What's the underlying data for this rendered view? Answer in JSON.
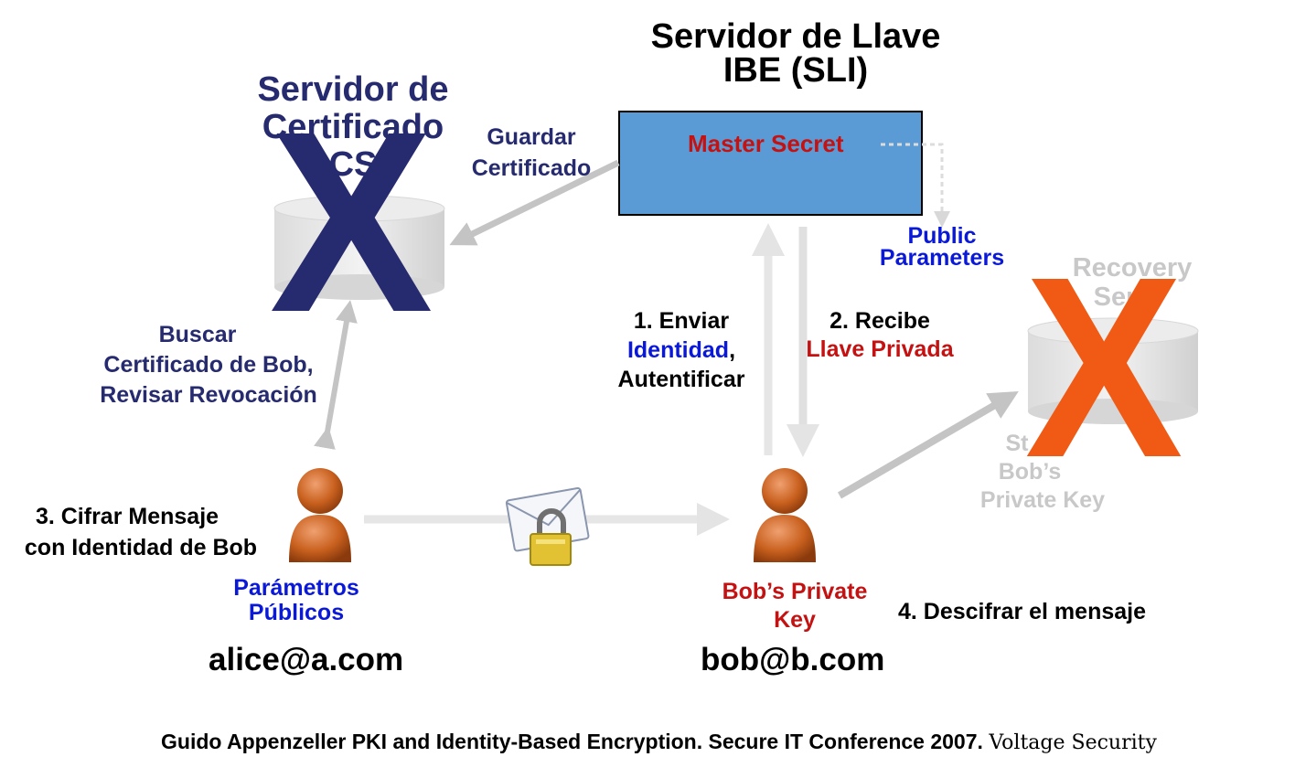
{
  "pkg": {
    "title_line1": "Servidor de Llave",
    "title_line2": "IBE (SLI)",
    "master_secret": "Master Secret",
    "public_params_line1": "Public",
    "public_params_line2": "Parameters"
  },
  "cert_server": {
    "title_line1": "Servidor de",
    "title_line2": "Certificado",
    "title_line3": "CS",
    "x_mark": "X",
    "guardar_line1": "Guardar",
    "guardar_line2": "Certificado",
    "buscar_line1": "Buscar",
    "buscar_line2": "Certificado de Bob,",
    "buscar_line3": "Revisar Revocación"
  },
  "recovery": {
    "title_line1": "Recovery",
    "title_line2": "Ser",
    "x_mark": "X",
    "stores_line1": "St",
    "stores_line2": "Bob’s",
    "stores_line3": "Private Key"
  },
  "steps": {
    "step1_line1": "1. Enviar",
    "step1_identity": "Identidad",
    "step1_comma": ",",
    "step1_line3": "Autentificar",
    "step2_line1": "2. Recibe",
    "step2_line2": "Llave Privada",
    "step3_line1": "3. Cifrar Mensaje",
    "step3_line2": "con Identidad de Bob",
    "step4": "4. Descifrar el mensaje"
  },
  "alice": {
    "params_line1": "Parámetros",
    "params_line2": "Públicos",
    "email": "alice@a.com"
  },
  "bob": {
    "key_line1": "Bob’s Private",
    "key_line2": "Key",
    "email": "bob@b.com"
  },
  "footer": {
    "citation": "Guido Appenzeller PKI and Identity-Based Encryption. Secure IT Conference 2007. ",
    "source": "Voltage Security"
  },
  "colors": {
    "navy": "#262a6e",
    "blue": "#0a18d8",
    "red": "#c41212",
    "orange": "#f05a14",
    "pkg_box": "#5b9bd5",
    "arrow_grey": "#c8c8c8"
  },
  "icons": {
    "person": "user-silhouette-icon",
    "envelope": "locked-envelope-icon",
    "database": "database-cylinder-icon"
  }
}
